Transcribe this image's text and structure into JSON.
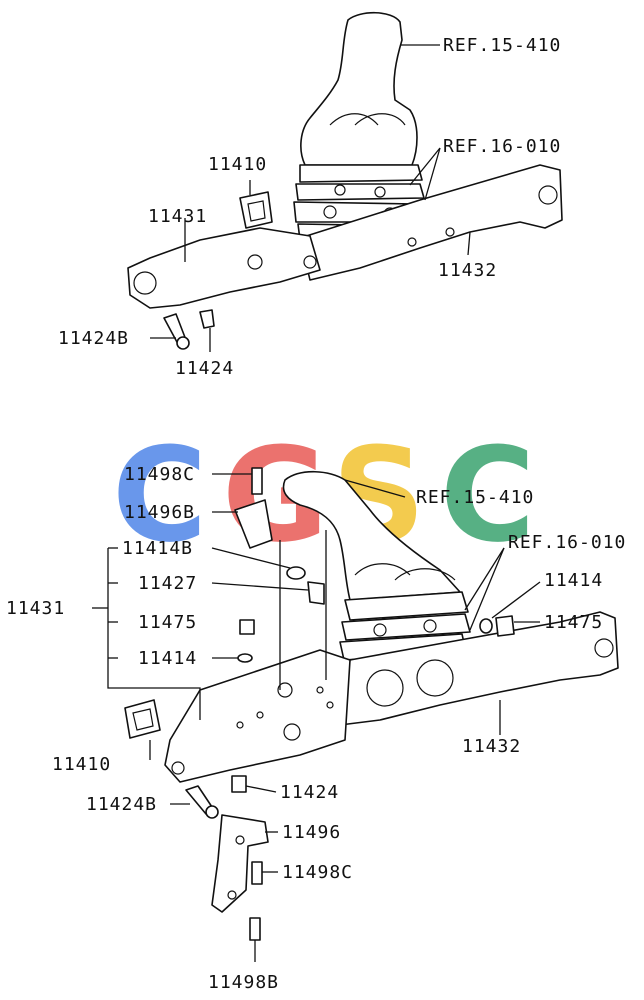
{
  "watermark": {
    "letters": [
      "C",
      "G",
      "S",
      "C"
    ],
    "colors": [
      "#4f86e8",
      "#e85a55",
      "#f2c230",
      "#3aa36f"
    ]
  },
  "top_diagram": {
    "callouts": {
      "ref_15_410": "REF.15-410",
      "ref_16_010": "REF.16-010",
      "p11410": "11410",
      "p11431": "11431",
      "p11432": "11432",
      "p11424b": "11424B",
      "p11424": "11424"
    }
  },
  "bottom_diagram": {
    "callouts": {
      "p11498c_top": "11498C",
      "p11496b": "11496B",
      "ref_15_410": "REF.15-410",
      "ref_16_010": "REF.16-010",
      "p11414b": "11414B",
      "p11427": "11427",
      "p11431": "11431",
      "p11475_left": "11475",
      "p11414_left": "11414",
      "p11414_right": "11414",
      "p11475_right": "11475",
      "p11410": "11410",
      "p11432": "11432",
      "p11424": "11424",
      "p11424b": "11424B",
      "p11496": "11496",
      "p11498c_bottom": "11498C",
      "p11498b": "11498B"
    }
  }
}
